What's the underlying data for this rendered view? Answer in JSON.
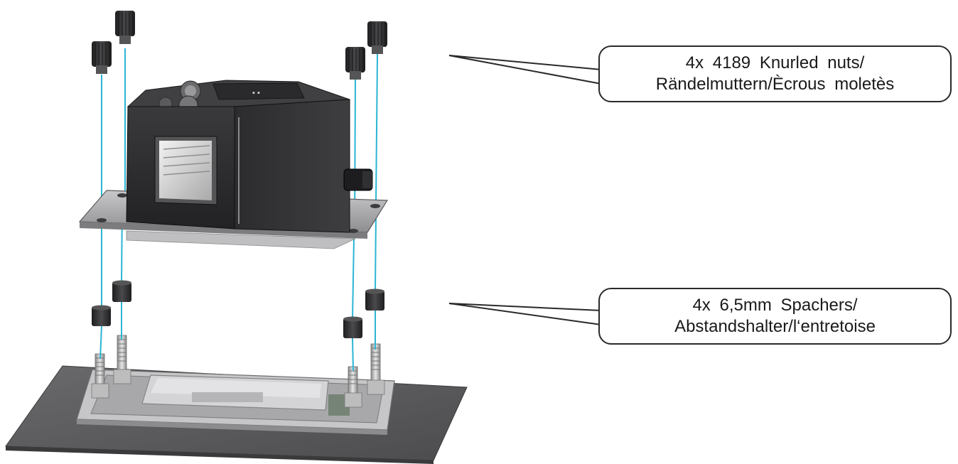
{
  "callouts": {
    "nuts": {
      "line1": "4x 4189 Knurled nuts/",
      "line2": "Rändelmuttern/Ècrous moletès"
    },
    "spacers": {
      "line1": "4x 6,5mm Spachers/",
      "line2": "Abstandshalter/l‘entretoise"
    }
  },
  "colors": {
    "guide_line": "#2bb5d4",
    "block": "#2e2e30",
    "board": "#5a5a5c",
    "plate": "#b9b9bb"
  }
}
